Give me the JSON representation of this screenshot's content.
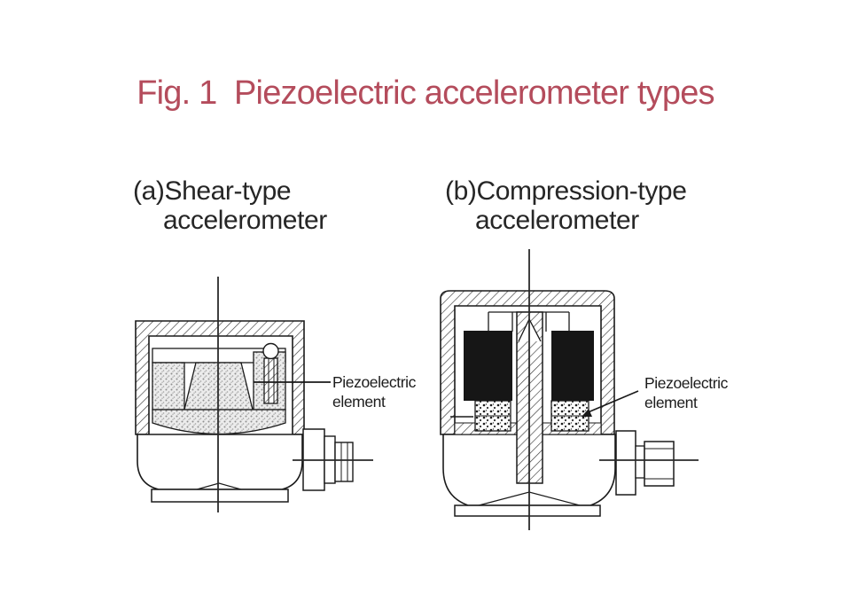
{
  "figure": {
    "title": "Fig. 1  Piezoelectric accelerometer types"
  },
  "colors": {
    "title_accent": "#b44c5c",
    "line": "#1a1a1a",
    "seismic_mass_fill": "#161616",
    "background": "#ffffff"
  },
  "diagrams": {
    "shear": {
      "label_line1": "(a)Shear-type",
      "label_line2": "accelerometer",
      "callout_line1": "Piezoelectric",
      "callout_line2": "element"
    },
    "compression": {
      "label_line1": "(b)Compression-type",
      "label_line2": "accelerometer",
      "callout_line1": "Piezoelectric",
      "callout_line2": "element"
    }
  }
}
